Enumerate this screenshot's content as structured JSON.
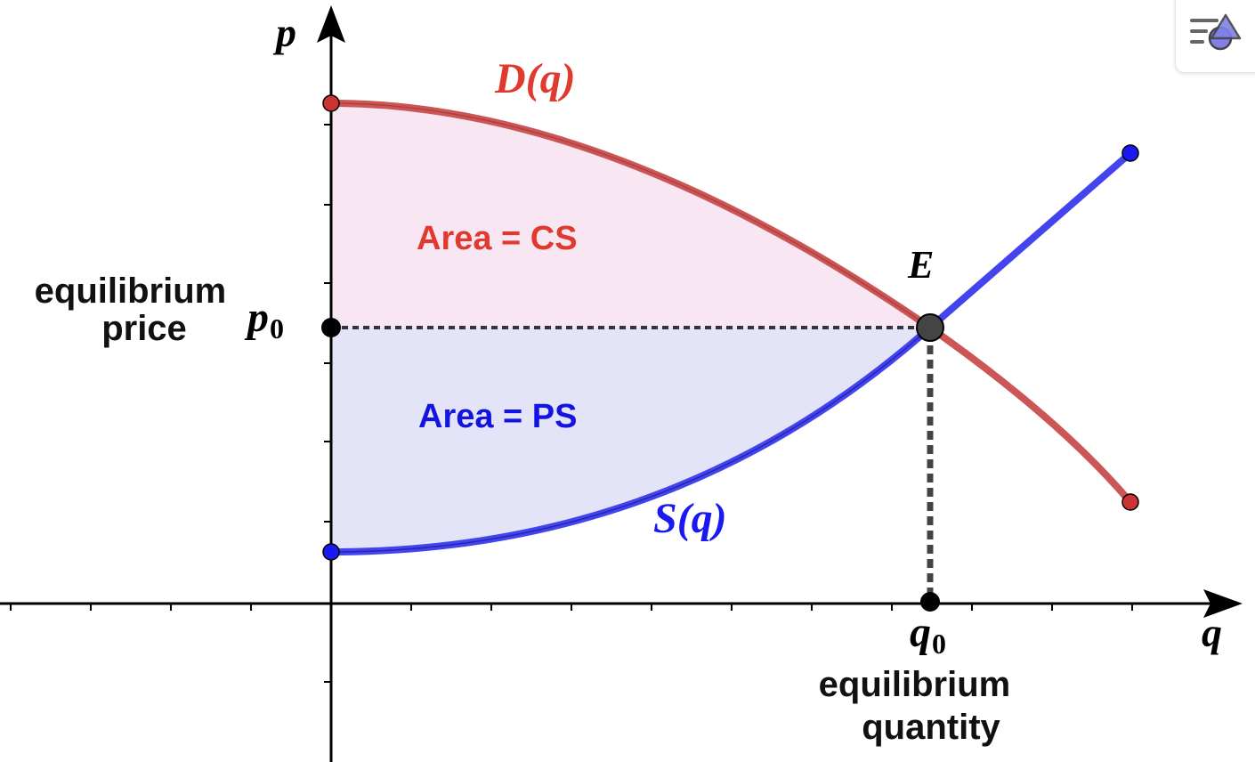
{
  "axes": {
    "x_label": "q",
    "y_label": "p"
  },
  "curves": {
    "demand_label": "D(q)",
    "supply_label": "S(q)"
  },
  "equilibrium": {
    "point_label": "E",
    "price_symbol": "p",
    "price_subscript": "0",
    "quantity_symbol": "q",
    "quantity_subscript": "0",
    "price_caption_line1": "equilibrium",
    "price_caption_line2": "price",
    "quantity_caption_line1": "equilibrium",
    "quantity_caption_line2": "quantity"
  },
  "areas": {
    "consumer_surplus": "Area = CS",
    "producer_surplus": "Area = PS"
  },
  "colors": {
    "demand": "#cc5555",
    "demand_point": "#cc3333",
    "supply": "#4444ee",
    "supply_point": "#1a1af0",
    "cs_fill": "#f8e6f2",
    "ps_fill": "#e4e4f8",
    "cs_text": "#e03a2e",
    "ps_text": "#1414e0",
    "equilibrium_point": "#444444"
  },
  "toolbar": {
    "style_icon": "graphics-style-icon"
  }
}
